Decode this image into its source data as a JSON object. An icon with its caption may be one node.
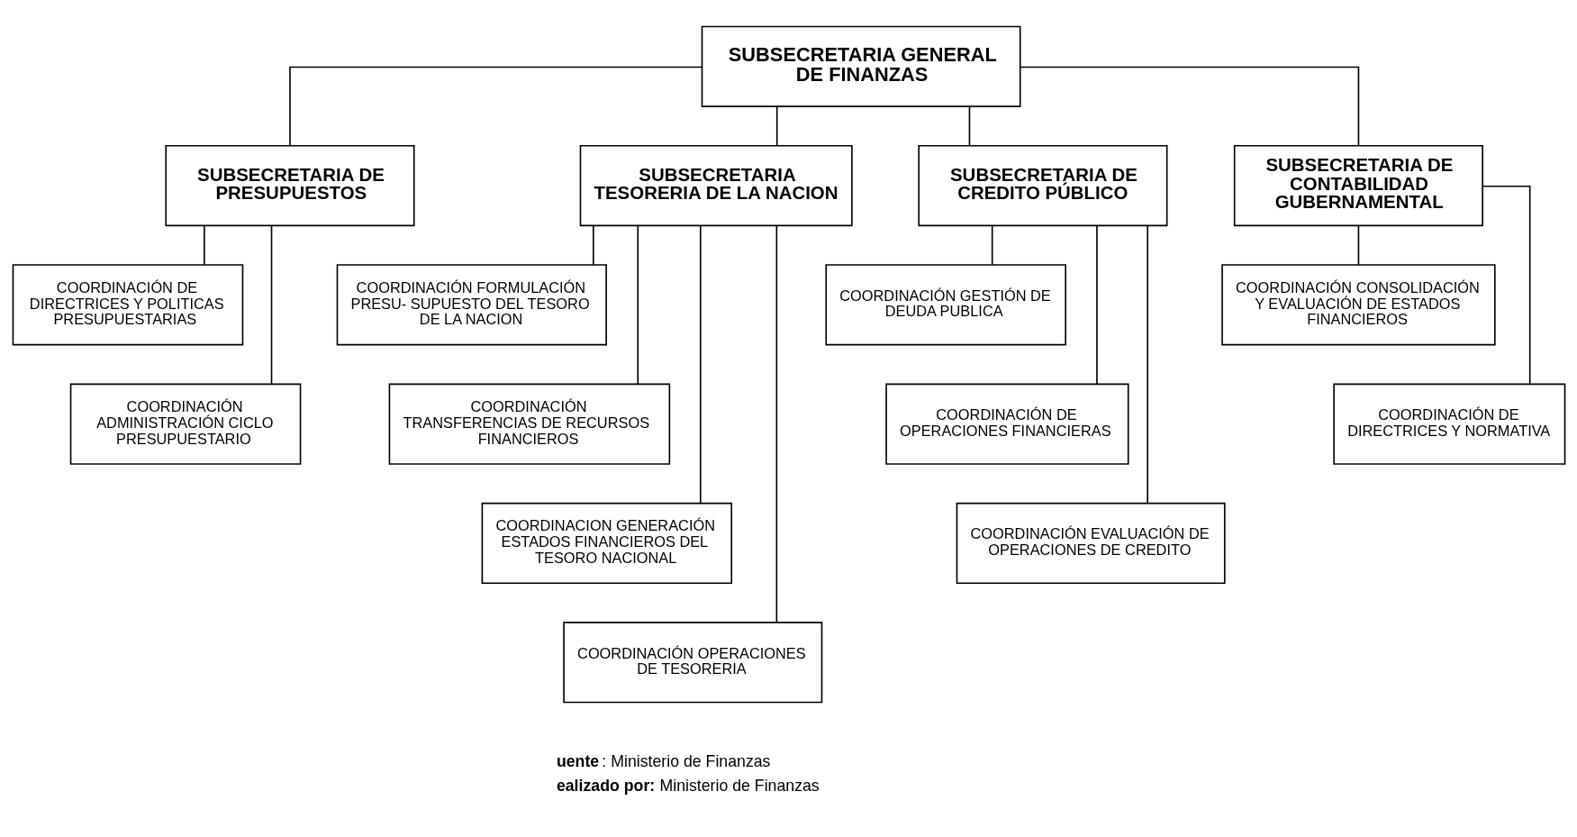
{
  "diagram": {
    "nodes": [
      {
        "text": [
          "SUBSECRETARIA GENERAL DE FINANZAS"
        ]
      },
      {
        "text": [
          "SUBSECRETARIA DE PRESUPUESTOS"
        ]
      },
      {
        "text": [
          "SUBSECRETARIA TESORERIA DE LA NACION"
        ]
      },
      {
        "text": [
          "SUBSECRETARIA DE CREDITO PÚBLICO"
        ]
      },
      {
        "text": [
          "SUBSECRETARIA DE CONTABILIDAD GUBERNAMENTAL"
        ]
      },
      {
        "text": [
          "COORDINACIÓN DE DIRECTRICES Y POLITICAS PRESUPUESTARIAS"
        ]
      },
      {
        "text": [
          "COORDINACIÓN ADMINISTRACIÓN CICLO PRESUPUESTARIO"
        ]
      },
      {
        "text": [
          "COORDINACIÓN FORMULACIÓN PRESU- SUPUESTO DEL TESORO DE LA NACION"
        ]
      },
      {
        "text": [
          "COORDINACIÓN TRANSFERENCIAS DE RECURSOS FINANCIEROS"
        ]
      },
      {
        "text": [
          "COORDINACION GENERACIÓN ESTADOS FINANCIEROS DEL TESORO NACIONAL"
        ]
      },
      {
        "text": [
          "COORDINACIÓN OPERACIONES DE TESORERIA"
        ]
      },
      {
        "text": [
          "COORDINACIÓN GESTIÓN DE DEUDA PUBLICA"
        ]
      },
      {
        "text": [
          "COORDINACIÓN DE OPERACIONES FINANCIERAS"
        ]
      },
      {
        "text": [
          "COORDINACIÓN EVALUACIÓN DE OPERACIONES DE CREDITO"
        ]
      },
      {
        "text": [
          "COORDINACIÓN CONSOLIDACIÓN Y EVALUACIÓN DE ESTADOS FINANCIEROS"
        ]
      },
      {
        "text": [
          "COORDINACIÓN DE DIRECTRICES Y NORMATIVA"
        ]
      }
    ],
    "edges": [
      {
        "from": 0,
        "to": 1,
        "arrow": "none"
      },
      {
        "from": 0,
        "to": 2,
        "arrow": "none"
      },
      {
        "from": 0,
        "to": 3,
        "arrow": "none"
      },
      {
        "from": 0,
        "to": 4,
        "arrow": "none"
      },
      {
        "from": 1,
        "to": 5,
        "arrow": "none"
      },
      {
        "from": 1,
        "to": 6,
        "arrow": "none"
      },
      {
        "from": 2,
        "to": 7,
        "arrow": "none"
      },
      {
        "from": 2,
        "to": 8,
        "arrow": "none"
      },
      {
        "from": 2,
        "to": 9,
        "arrow": "none"
      },
      {
        "from": 2,
        "to": 10,
        "arrow": "none"
      },
      {
        "from": 3,
        "to": 11,
        "arrow": "none"
      },
      {
        "from": 3,
        "to": 12,
        "arrow": "none"
      },
      {
        "from": 3,
        "to": 13,
        "arrow": "none"
      },
      {
        "from": 4,
        "to": 14,
        "arrow": "none"
      },
      {
        "from": 4,
        "to": 15,
        "arrow": "none"
      }
    ],
    "labels": [
      "**uente**: Ministerio de Finanzas",
      "**ealizado por:** Ministerio de Finanzas"
    ]
  }
}
